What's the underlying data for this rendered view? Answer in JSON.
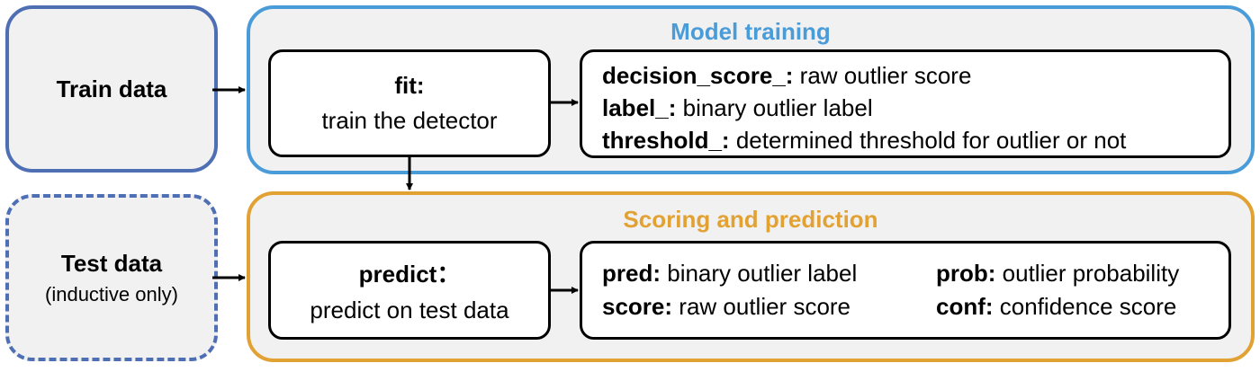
{
  "train_data": {
    "title": "Train data"
  },
  "test_data": {
    "title": "Test data",
    "subtitle": "(inductive only)"
  },
  "model_training": {
    "title": "Model training",
    "fit": {
      "name": "fit:",
      "description": "train the detector"
    },
    "outputs": [
      {
        "name": "decision_score_:",
        "description": "raw outlier score"
      },
      {
        "name": "label_:",
        "description": "binary outlier label"
      },
      {
        "name": "threshold_:",
        "description": "determined threshold for outlier or not"
      }
    ]
  },
  "scoring": {
    "title": "Scoring and prediction",
    "predict": {
      "name": "predict：",
      "description": "predict on test data"
    },
    "outputs": [
      {
        "name": "pred:",
        "description": "binary outlier label"
      },
      {
        "name": "score:",
        "description": "raw outlier score"
      },
      {
        "name": "prob:",
        "description": "outlier probability"
      },
      {
        "name": "conf:",
        "description": "confidence score"
      }
    ]
  },
  "colors": {
    "data_border": "#4f6fb5",
    "training_border": "#4a9cd8",
    "scoring_border": "#e2a233",
    "panel_fill": "#f1f1f1"
  }
}
